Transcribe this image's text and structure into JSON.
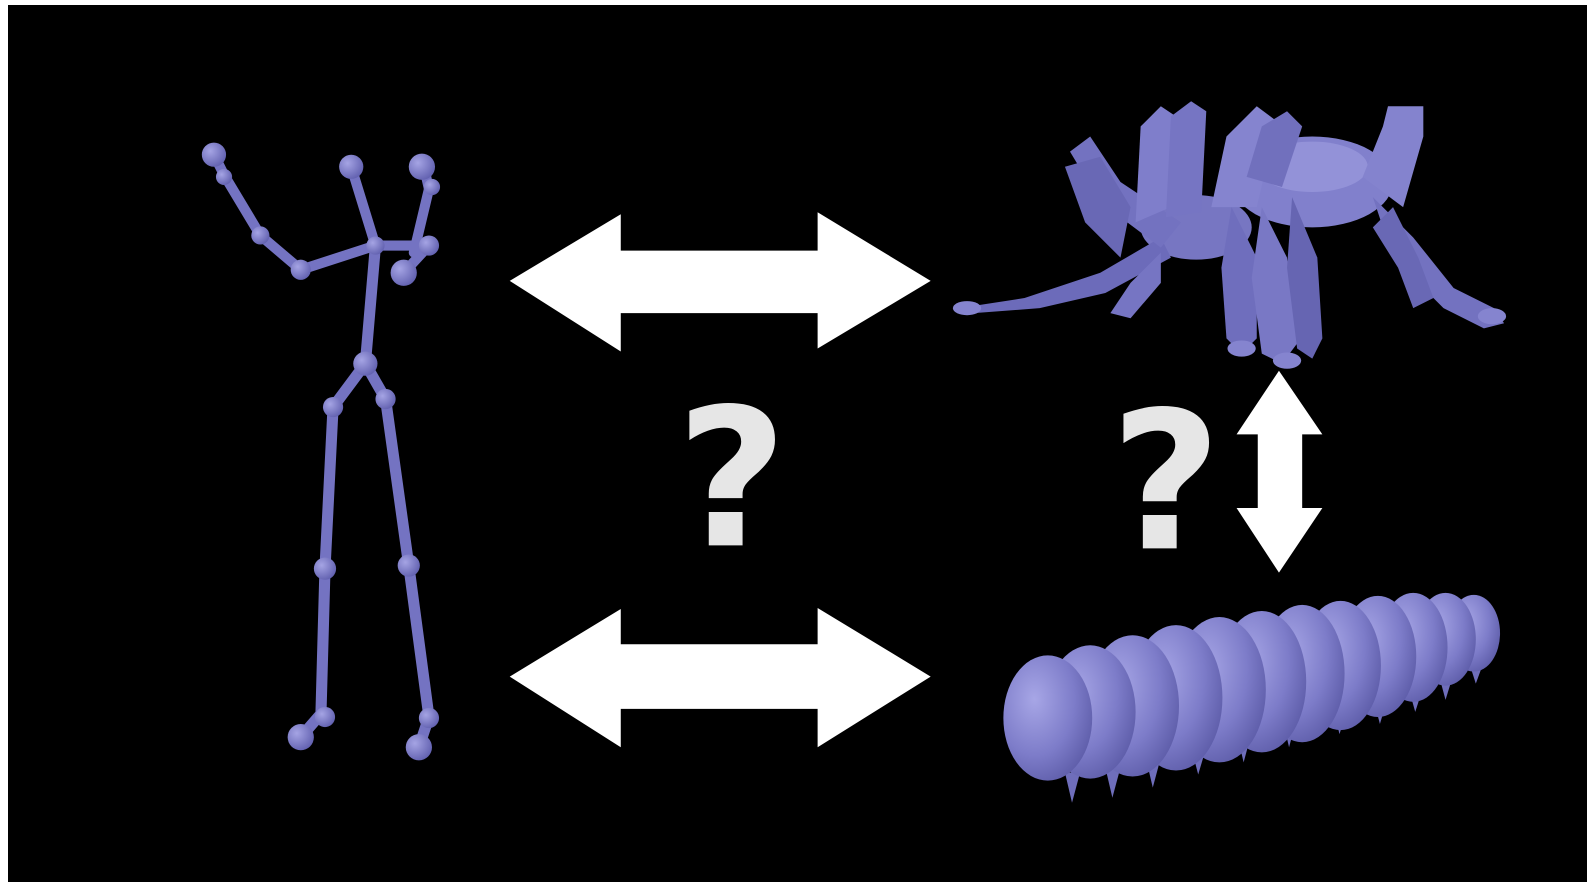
{
  "colors": {
    "background": "#000000",
    "frame_border": "#ffffff",
    "creature": "#7a79c6",
    "creature_light": "#9a99dc",
    "creature_dark": "#5b5aa6",
    "arrows": "#ffffff",
    "question_marks": "#e6e6e6"
  },
  "labels": {
    "question_center": "?",
    "question_right": "?"
  },
  "figures": {
    "left": "humanoid-skeleton",
    "top_right": "multi-legged-spider-creature",
    "bottom_right": "segmented-larva-creature"
  },
  "arrows": [
    {
      "name": "top-double-arrow",
      "orientation": "horizontal"
    },
    {
      "name": "bottom-double-arrow",
      "orientation": "horizontal"
    },
    {
      "name": "right-double-arrow",
      "orientation": "vertical"
    }
  ]
}
